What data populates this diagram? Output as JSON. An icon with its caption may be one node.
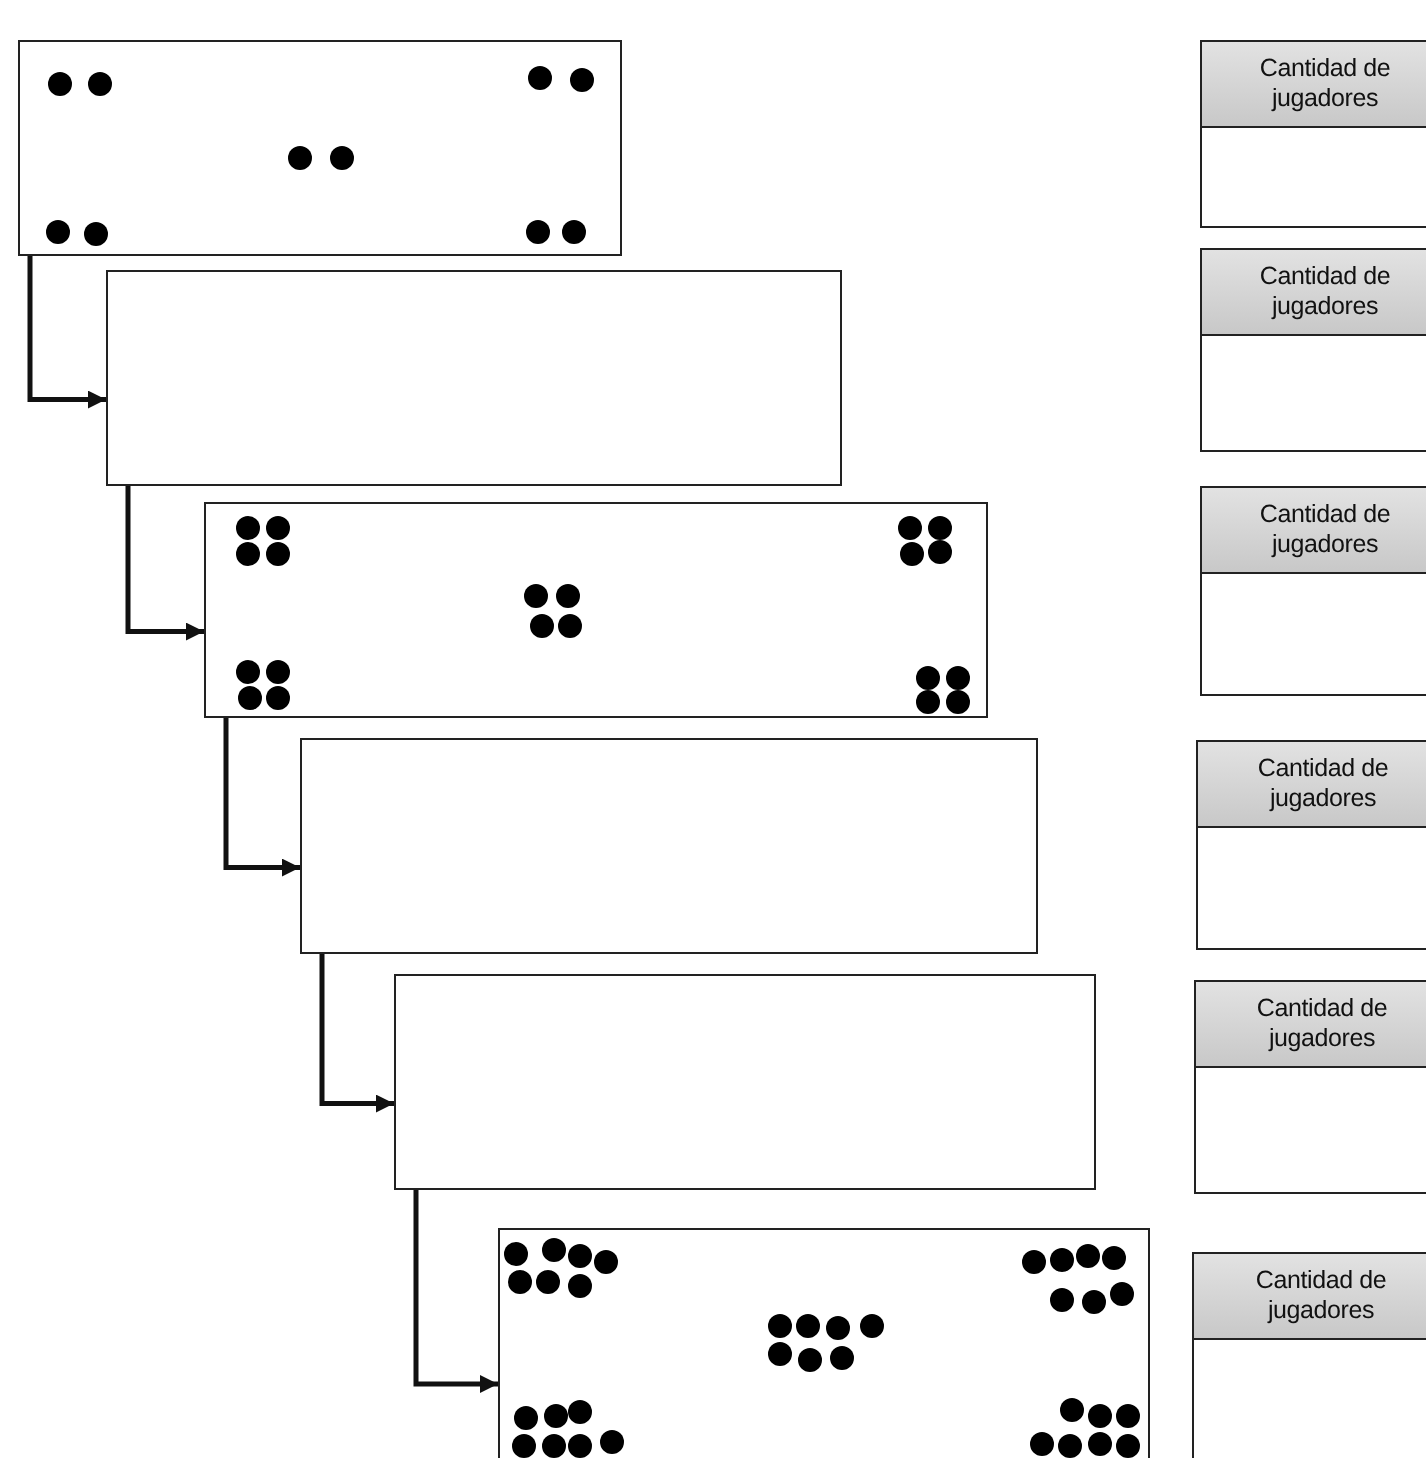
{
  "diagram": {
    "nodes": [
      {
        "text": [],
        "shape": "box"
      },
      {
        "text": [],
        "shape": "box"
      },
      {
        "text": [],
        "shape": "box"
      },
      {
        "text": [],
        "shape": "box"
      },
      {
        "text": [],
        "shape": "box"
      },
      {
        "text": [],
        "shape": "box"
      },
      {
        "text": [
          "Cantidad de jugadores"
        ]
      },
      {
        "text": [
          "Cantidad de jugadores"
        ]
      },
      {
        "text": [
          "Cantidad de jugadores"
        ]
      },
      {
        "text": [
          "Cantidad de jugadores"
        ]
      },
      {
        "text": [
          "Cantidad de jugadores"
        ]
      },
      {
        "text": [
          "Cantidad de jugadores"
        ]
      }
    ],
    "edges": [
      {
        "from": 0,
        "to": 1,
        "arrow": "to"
      },
      {
        "from": 1,
        "to": 2,
        "arrow": "to"
      },
      {
        "from": 2,
        "to": 3,
        "arrow": "to"
      },
      {
        "from": 3,
        "to": 4,
        "arrow": "to"
      },
      {
        "from": 4,
        "to": 5,
        "arrow": "to"
      }
    ]
  }
}
